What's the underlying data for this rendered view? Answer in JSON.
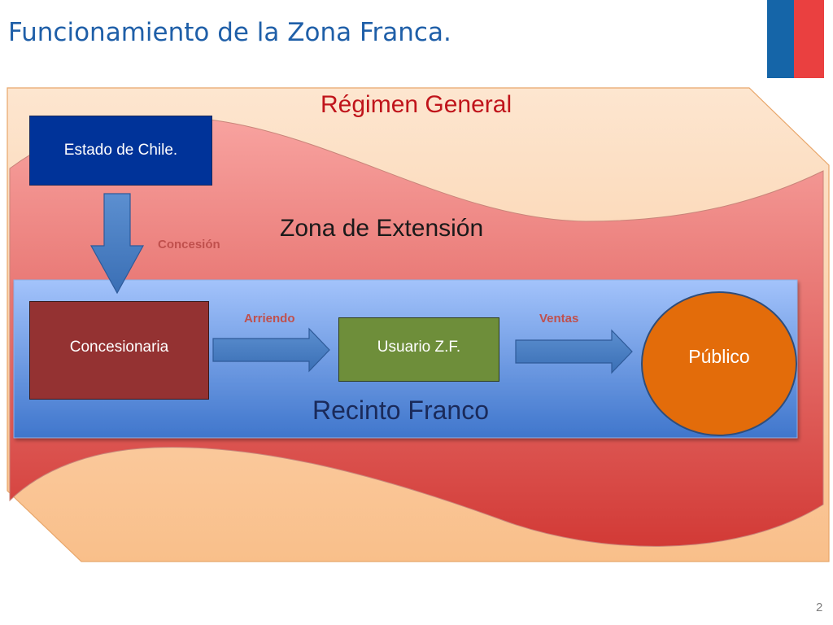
{
  "slide": {
    "title": "Funcionamiento de la Zona Franca.",
    "page_number": "2"
  },
  "flag": {
    "colors": [
      "#1565a8",
      "#ea4040"
    ]
  },
  "diagram": {
    "regions": {
      "regimen_general": "Régimen General",
      "zona_extension": "Zona de Extensión",
      "recinto_franco": "Recinto Franco"
    },
    "nodes": {
      "estado": "Estado de Chile.",
      "concesionaria": "Concesionaria",
      "usuario": "Usuario Z.F.",
      "publico": "Público"
    },
    "arrows": {
      "concesion": "Concesión",
      "arriendo": "Arriendo",
      "ventas": "Ventas"
    },
    "colors": {
      "regimen_general": "#fbd9b8",
      "zona_extension": "#e05a55",
      "recinto_franco": "#5f90dc",
      "estado": "#003399",
      "concesionaria": "#943232",
      "usuario": "#6e8e3a",
      "publico": "#e36c0a",
      "arrow": "#4f81bd",
      "region_label_red": "#c0141b"
    }
  }
}
